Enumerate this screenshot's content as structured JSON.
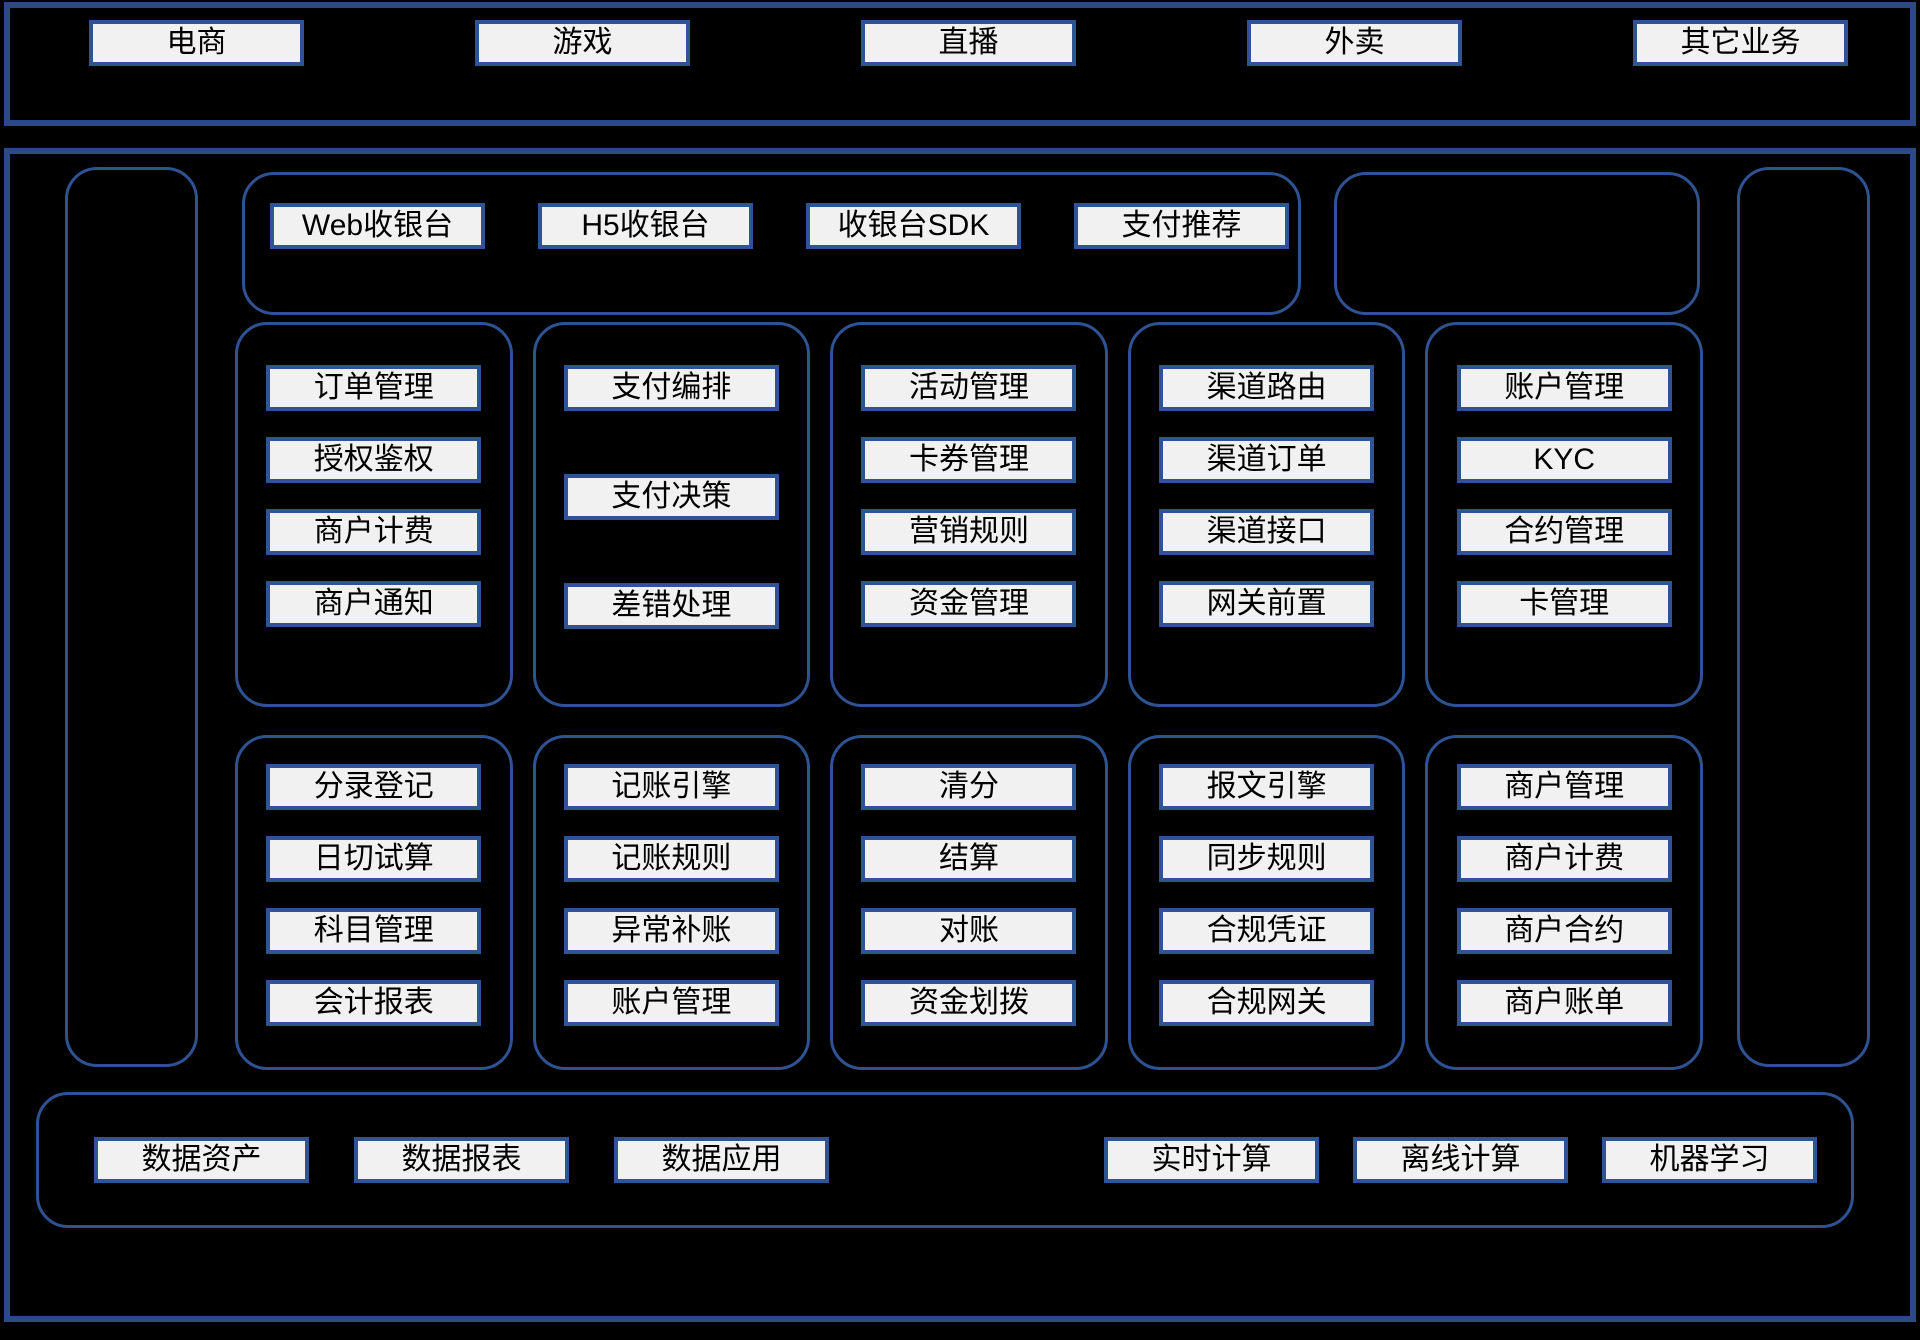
{
  "colors": {
    "background": "#000000",
    "outer_border": "#2b4a87",
    "panel_border": "#2e5394",
    "box_border": "#2f5496",
    "box_fill": "#f1f1f2",
    "text": "#000000"
  },
  "industries": {
    "items": [
      "电商",
      "游戏",
      "直播",
      "外卖",
      "其它业务"
    ]
  },
  "cashier": {
    "items": [
      "Web收银台",
      "H5收银台",
      "收银台SDK",
      "支付推荐"
    ]
  },
  "payment_row": {
    "columns": [
      {
        "items": [
          "订单管理",
          "授权鉴权",
          "商户计费",
          "商户通知"
        ]
      },
      {
        "items": [
          "支付编排",
          "支付决策",
          "差错处理"
        ],
        "spread": true
      },
      {
        "items": [
          "活动管理",
          "卡券管理",
          "营销规则",
          "资金管理"
        ]
      },
      {
        "items": [
          "渠道路由",
          "渠道订单",
          "渠道接口",
          "网关前置"
        ]
      },
      {
        "items": [
          "账户管理",
          "KYC",
          "合约管理",
          "卡管理"
        ]
      }
    ]
  },
  "accounting_row": {
    "columns": [
      {
        "items": [
          "分录登记",
          "日切试算",
          "科目管理",
          "会计报表"
        ]
      },
      {
        "items": [
          "记账引擎",
          "记账规则",
          "异常补账",
          "账户管理"
        ]
      },
      {
        "items": [
          "清分",
          "结算",
          "对账",
          "资金划拨"
        ]
      },
      {
        "items": [
          "报文引擎",
          "同步规则",
          "合规凭证",
          "合规网关"
        ]
      },
      {
        "items": [
          "商户管理",
          "商户计费",
          "商户合约",
          "商户账单"
        ]
      }
    ]
  },
  "data_platform": {
    "left_items": [
      "数据资产",
      "数据报表",
      "数据应用"
    ],
    "right_items": [
      "实时计算",
      "离线计算",
      "机器学习"
    ]
  }
}
